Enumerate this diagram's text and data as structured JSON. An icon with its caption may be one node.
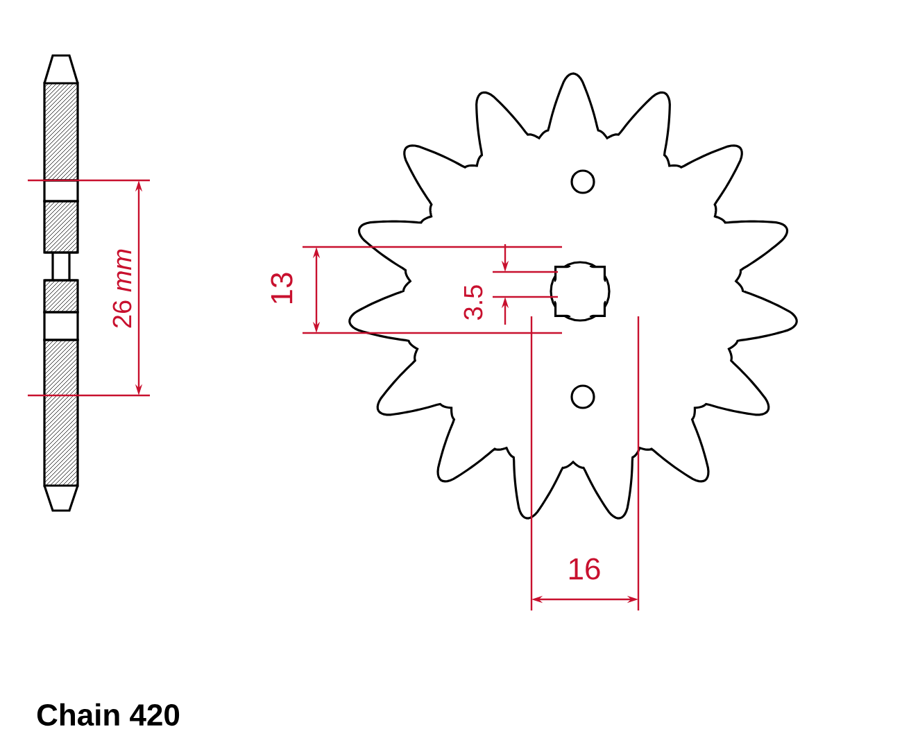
{
  "diagram": {
    "labels": [
      "26 *mm*",
      "13",
      "3.5",
      "16",
      "Chain 420"
    ]
  }
}
